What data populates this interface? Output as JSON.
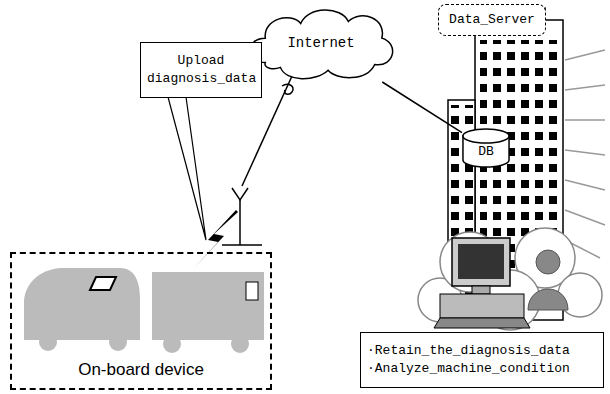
{
  "diagram": {
    "nodes": [
      {
        "text": [
          "Internet"
        ]
      },
      {
        "text": [
          "Data_Server"
        ]
      },
      {
        "text": [
          "Upload diagnosis_data"
        ]
      },
      {
        "text": [
          "DB"
        ]
      },
      {
        "text": [
          "On-board device"
        ]
      },
      {
        "text": [
          "·Retain_the_diagnosis_data",
          "·Analyze_machine_condition"
        ]
      }
    ],
    "edges": [
      {
        "from": 0,
        "to": 3,
        "arrow": "none"
      }
    ]
  }
}
